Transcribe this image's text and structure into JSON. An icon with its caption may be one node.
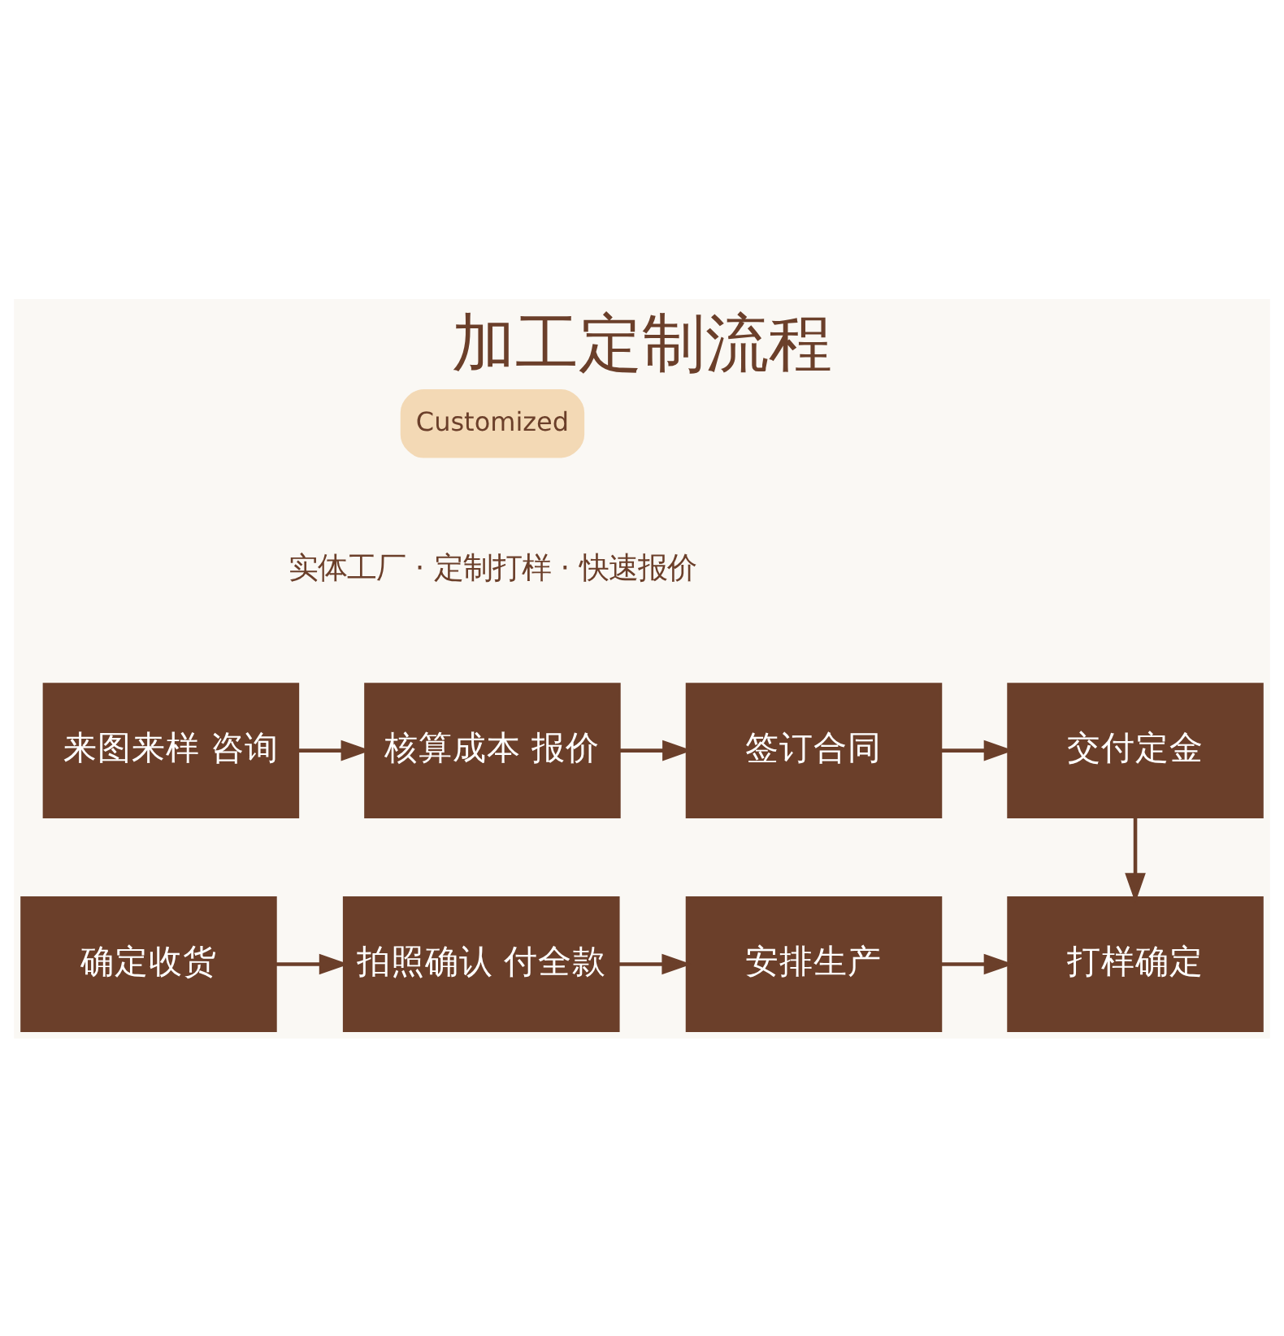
{
  "diagram": {
    "title": "加工定制流程",
    "nodes": [
      {
        "text": [
          "Customized"
        ]
      },
      {
        "text": [
          "来图来样 咨询"
        ]
      },
      {
        "text": [
          "核算成本 报价"
        ]
      },
      {
        "text": [
          "签订合同"
        ]
      },
      {
        "text": [
          "交付定金"
        ]
      },
      {
        "text": [
          "确定收货"
        ]
      },
      {
        "text": [
          "拍照确认 付全款"
        ]
      },
      {
        "text": [
          "安排生产"
        ]
      },
      {
        "text": [
          "打样确定"
        ]
      }
    ],
    "edges": [
      {
        "from": 1,
        "to": 2,
        "arrow": "to"
      },
      {
        "from": 2,
        "to": 3,
        "arrow": "to"
      },
      {
        "from": 3,
        "to": 4,
        "arrow": "to"
      },
      {
        "from": 4,
        "to": 8,
        "arrow": "to"
      },
      {
        "from": 5,
        "to": 6,
        "arrow": "to"
      },
      {
        "from": 6,
        "to": 7,
        "arrow": "to"
      },
      {
        "from": 7,
        "to": 8,
        "arrow": "to"
      }
    ],
    "labels": [
      "实体工厂 · 定制打样 · 快速报价"
    ]
  }
}
